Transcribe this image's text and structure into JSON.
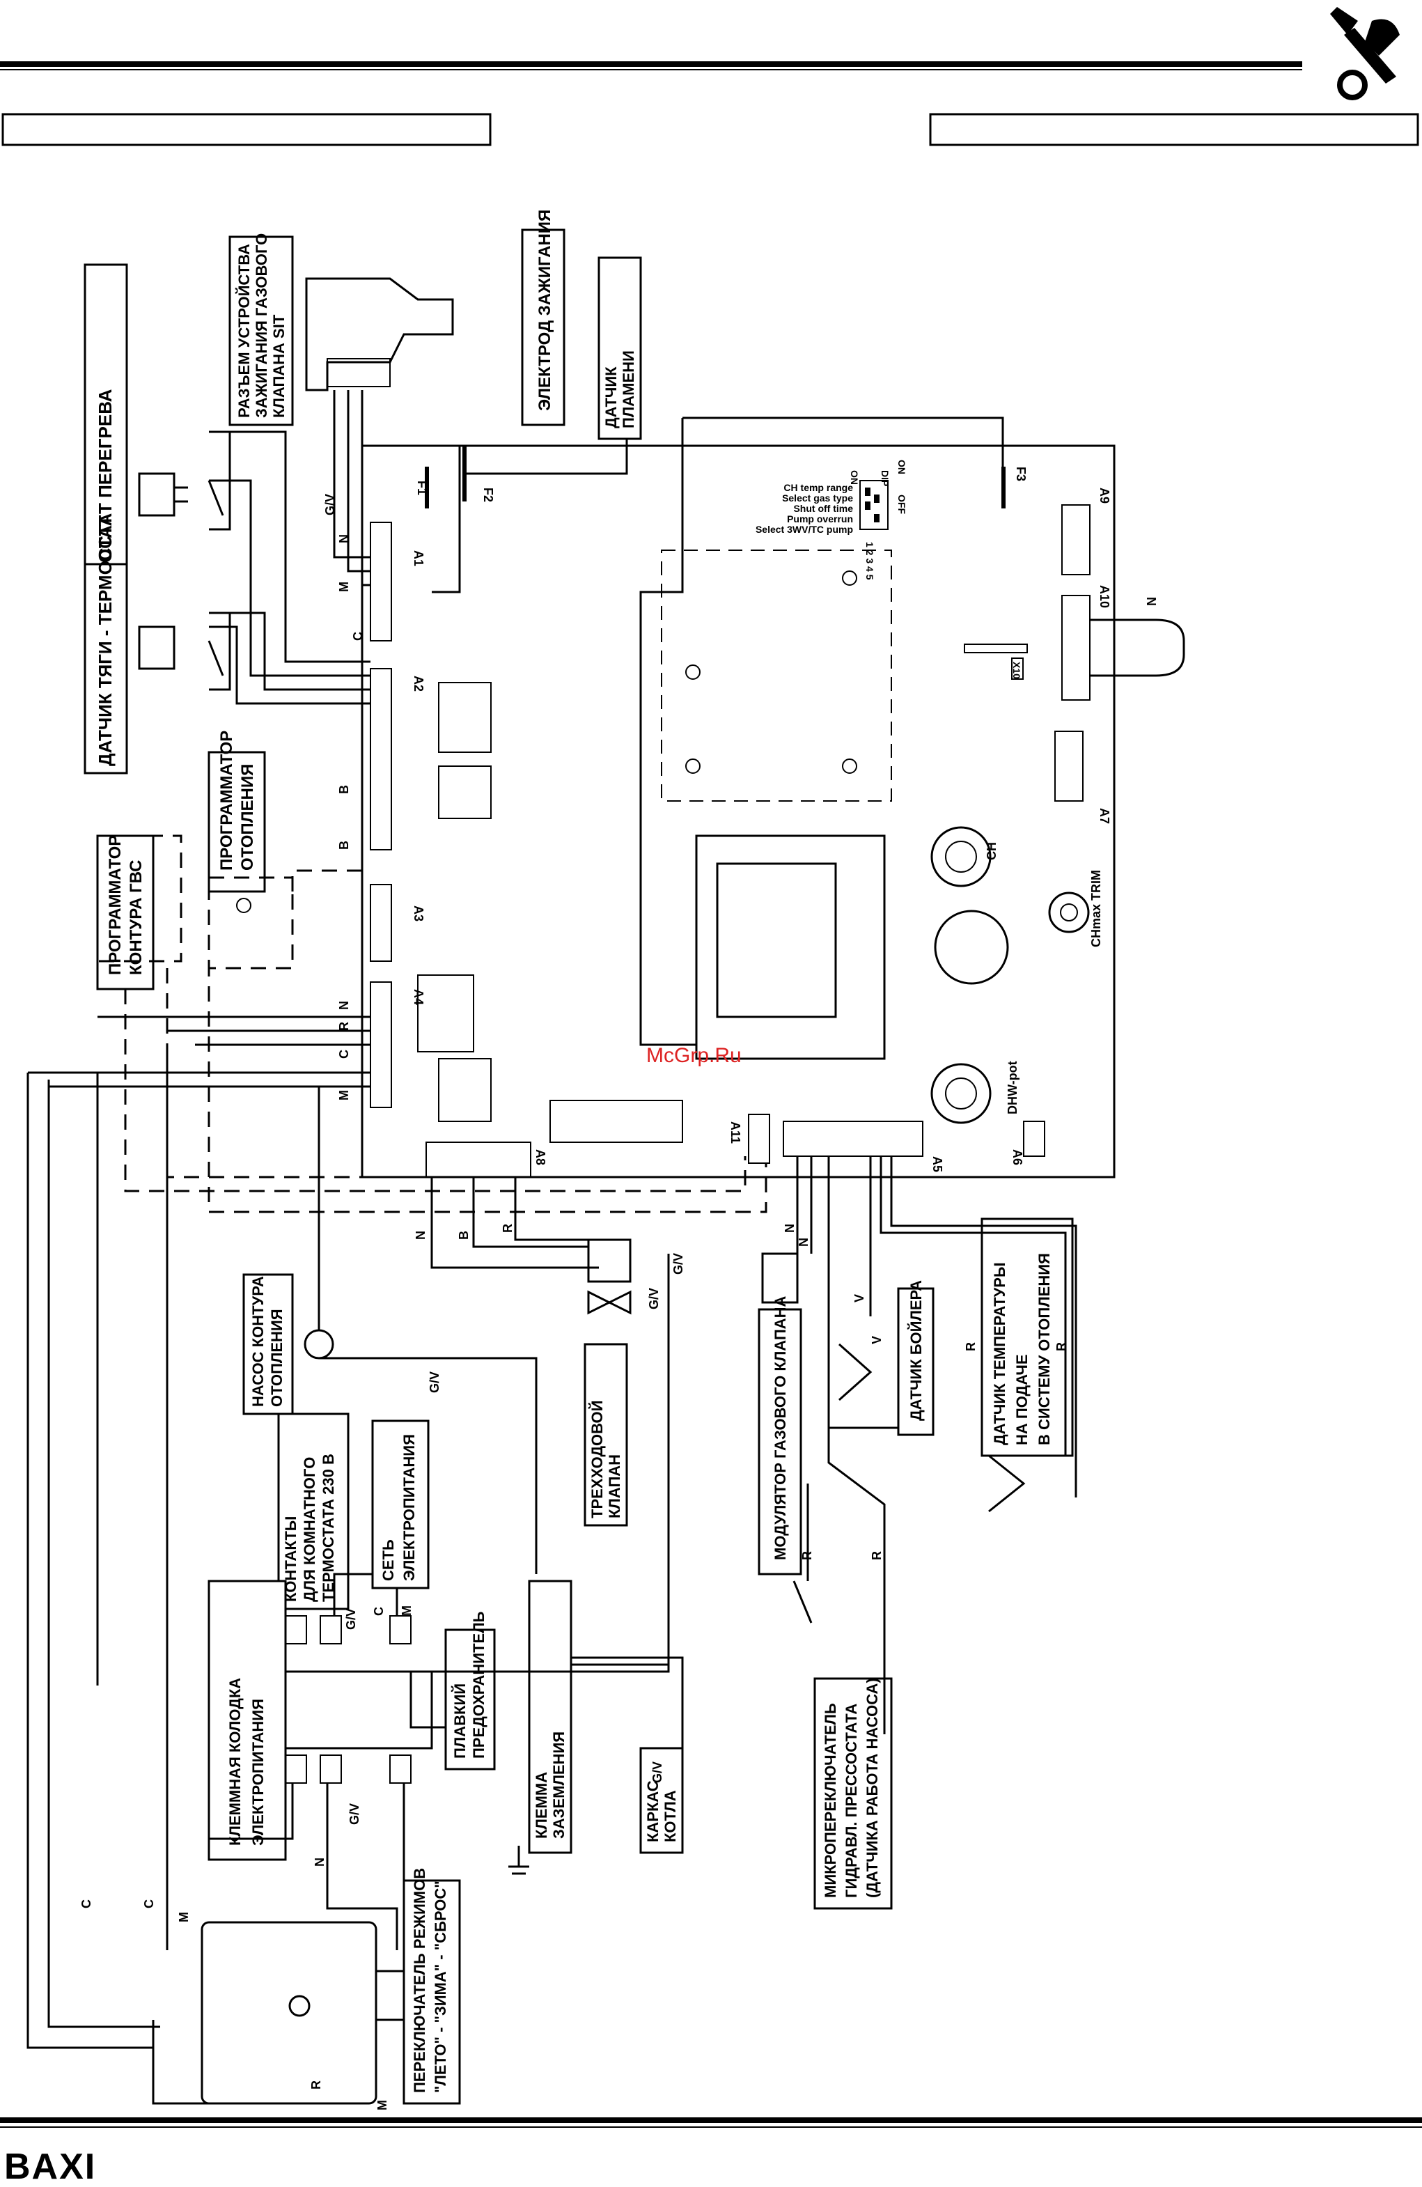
{
  "brand": "BAXI",
  "watermark": "McGrp.Ru",
  "labels": {
    "overheat_thermostat": "ТЕРМОСТАТ ПЕРЕГРЕВА",
    "draft_sensor": "ДАТЧИК ТЯГИ - ТЕРМОСТАТ",
    "heating_programmer": [
      "ПРОГРАММАТОР",
      "ОТОПЛЕНИЯ"
    ],
    "dhw_programmer": [
      "ПРОГРАММАТОР",
      "КОНТУРА ГВС"
    ],
    "sit_connector": [
      "РАЗЪЕМ УСТРОЙСТВА",
      "ЗАЖИГАНИЯ ГАЗОВОГО",
      "КЛАПАНА SIT"
    ],
    "ignition_electrode": "ЭЛЕКТРОД ЗАЖИГАНИЯ",
    "flame_sensor": [
      "ДАТЧИК",
      "ПЛАМЕНИ"
    ],
    "heating_pump": [
      "НАСОС КОНТУРА",
      "ОТОПЛЕНИЯ"
    ],
    "room_thermostat": [
      "КОНТАКТЫ",
      "ДЛЯ КОМНАТНОГО",
      "ТЕРМОСТАТА 230 В"
    ],
    "mains": [
      "СЕТЬ",
      "ЭЛЕКТРОПИТАНИЯ"
    ],
    "three_way_valve": [
      "ТРЕХХОДОВОЙ",
      "КЛАПАН"
    ],
    "gas_modulator": "МОДУЛЯТОР ГАЗОВОГО КЛАПАНА",
    "boiler_sensor": "ДАТЧИК БОЙЛЕРА",
    "flow_temp_sensor": [
      "ДАТЧИК ТЕМПЕРАТУРЫ",
      "НА ПОДАЧЕ",
      "В СИСТЕМУ ОТОПЛЕНИЯ"
    ],
    "terminal_block": [
      "КЛЕММНАЯ КОЛОДКА",
      "ЭЛЕКТРОПИТАНИЯ"
    ],
    "fuse": [
      "ПЛАВКИЙ",
      "ПРЕДОХРАНИТЕЛЬ"
    ],
    "ground_terminal": [
      "КЛЕММА",
      "ЗАЗЕМЛЕНИЯ"
    ],
    "boiler_frame": [
      "КАРКАС",
      "КОТЛА"
    ],
    "microswitch": [
      "МИКРОПЕРЕКЛЮЧАТЕЛЬ",
      "ГИДРАВЛ. ПРЕССОСТАТА",
      "(ДАТЧИКА РАБОТА НАСОСА)"
    ],
    "mode_switch": [
      "ПЕРЕКЛЮЧАТЕЛЬ РЕЖИМОВ",
      "\"ЛЕТО\" - \"ЗИМА\" - \"СБРОС\""
    ]
  },
  "dip": {
    "lines": [
      "CH temp range",
      "Select gas type",
      "Shut off time",
      "Pump overrun",
      "Select 3WV/TC pump"
    ],
    "on": "ON",
    "off": "OFF",
    "dip_label": "DIP",
    "numbers": "1 2 3 4 5"
  },
  "board": {
    "connectors": [
      "A1",
      "A2",
      "A3",
      "A4",
      "A5",
      "A6",
      "A7",
      "A8",
      "A9",
      "A10",
      "A11"
    ],
    "fuses": [
      "F1",
      "F2",
      "F3"
    ],
    "pots": [
      "CH",
      "CHmax TRIM",
      "DHW-pot"
    ],
    "x10": "X10"
  },
  "wires": {
    "gv": "G/V",
    "c": "C",
    "m": "M",
    "n": "N",
    "b": "B",
    "r": "R",
    "v": "V"
  }
}
